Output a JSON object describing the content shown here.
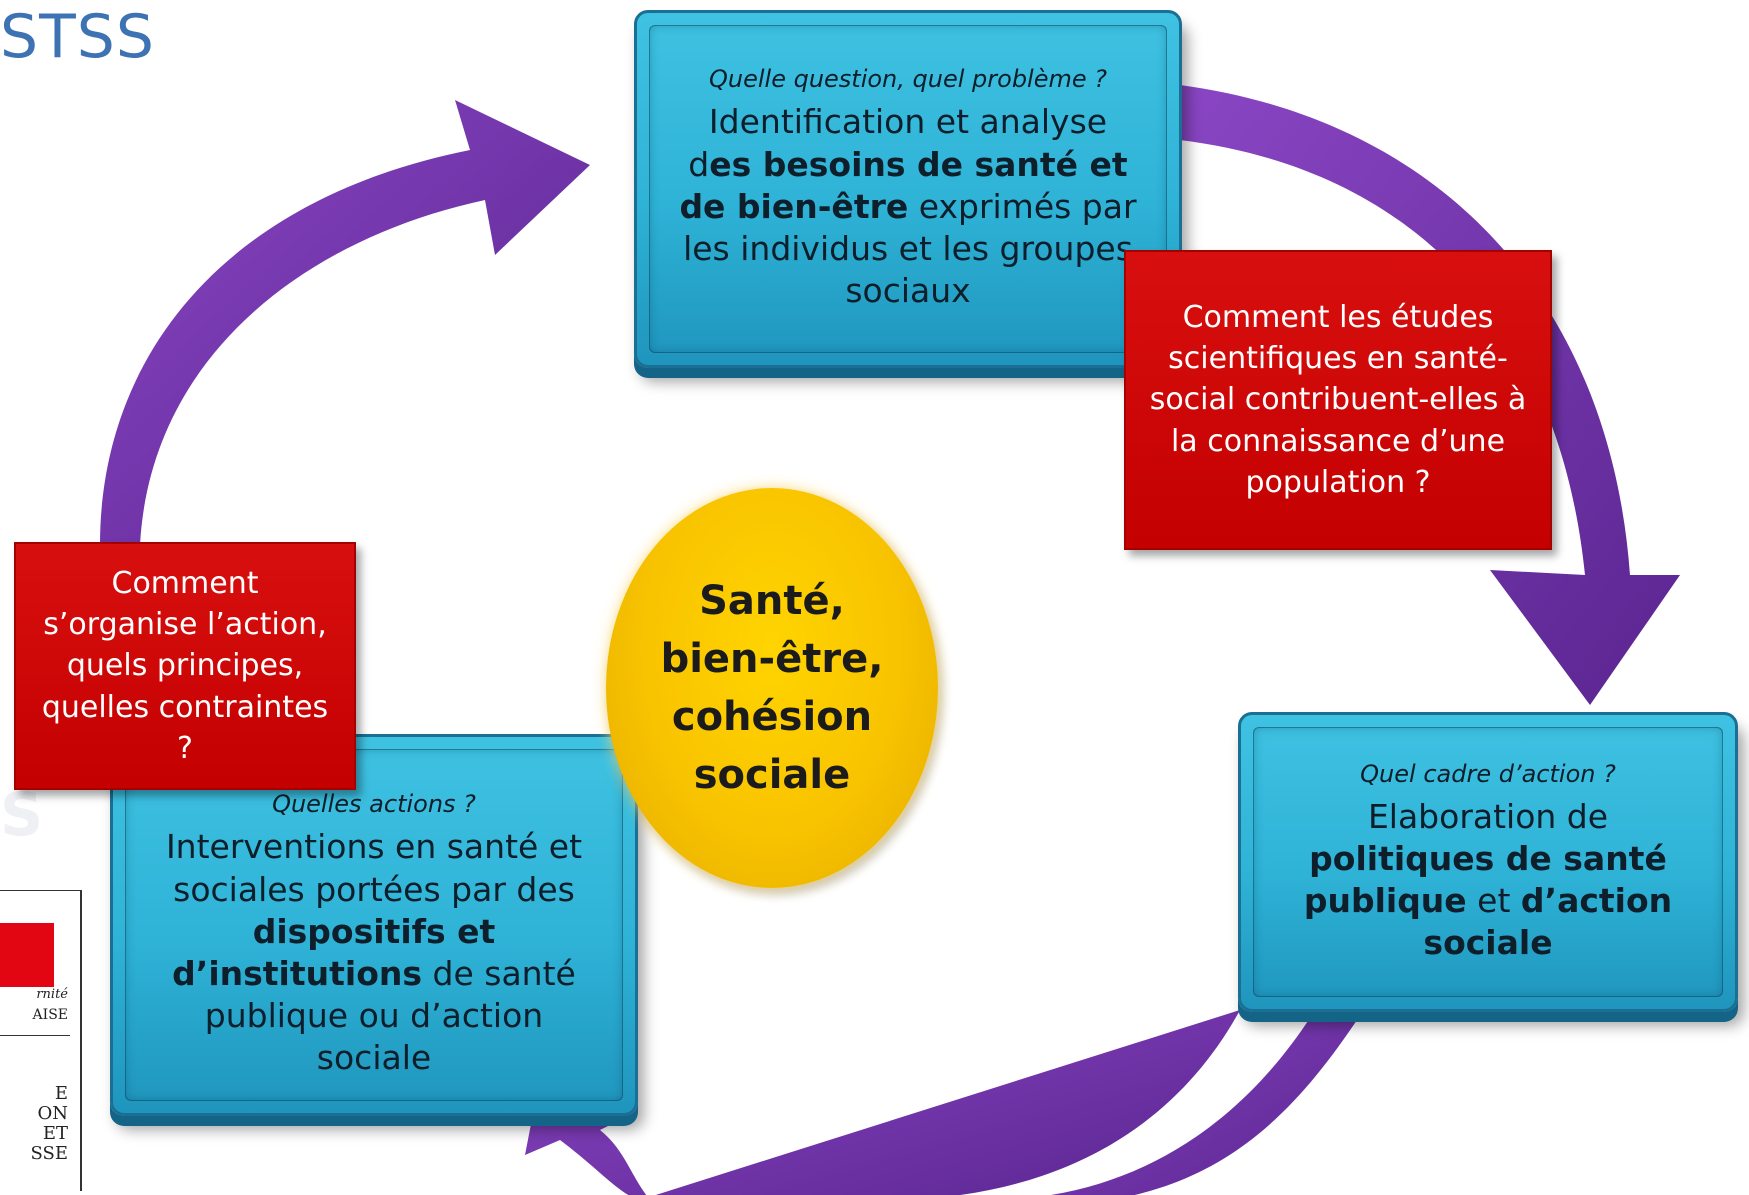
{
  "header": {
    "title": "STSS"
  },
  "watermark": {
    "text": "S"
  },
  "steps": {
    "needs": {
      "question": "Quelle question, quel problème ?",
      "text_1": "Identification et analyse d",
      "bold_1": "es besoins de santé et de bien-être",
      "text_2": " exprimés par les individus et les groupes sociaux"
    },
    "policies": {
      "question": "Quel cadre d’action ?",
      "text_1": "Elaboration de ",
      "bold_1": "politiques de santé publique",
      "text_2": " et ",
      "bold_2": "d’action sociale"
    },
    "actions": {
      "question": "Quelles actions ?",
      "text_1": "Interventions en santé et sociales portées par des ",
      "bold_1": "dispositifs et d’institutions",
      "text_2": " de santé publique ou d’action sociale"
    }
  },
  "red_questions": {
    "studies": "Comment les études scientifiques en santé-social contribuent-elles à la connaissance d’une population ?",
    "organisation": "Comment s’organise l’action,  quels principes, quelles contraintes ?"
  },
  "center": {
    "label": "Santé, bien-être, cohésion sociale"
  },
  "logo": {
    "fragment_1": "rnité",
    "fragment_2": "AISE",
    "fragment_3": "E",
    "fragment_4": "ON",
    "fragment_5": "ET",
    "fragment_6": "SSE"
  },
  "colors": {
    "arrow": "#6a2fa0",
    "blue_box": "#2eb2d6",
    "red_box": "#c40000",
    "center": "#f8c300",
    "title": "#3d73b3"
  }
}
